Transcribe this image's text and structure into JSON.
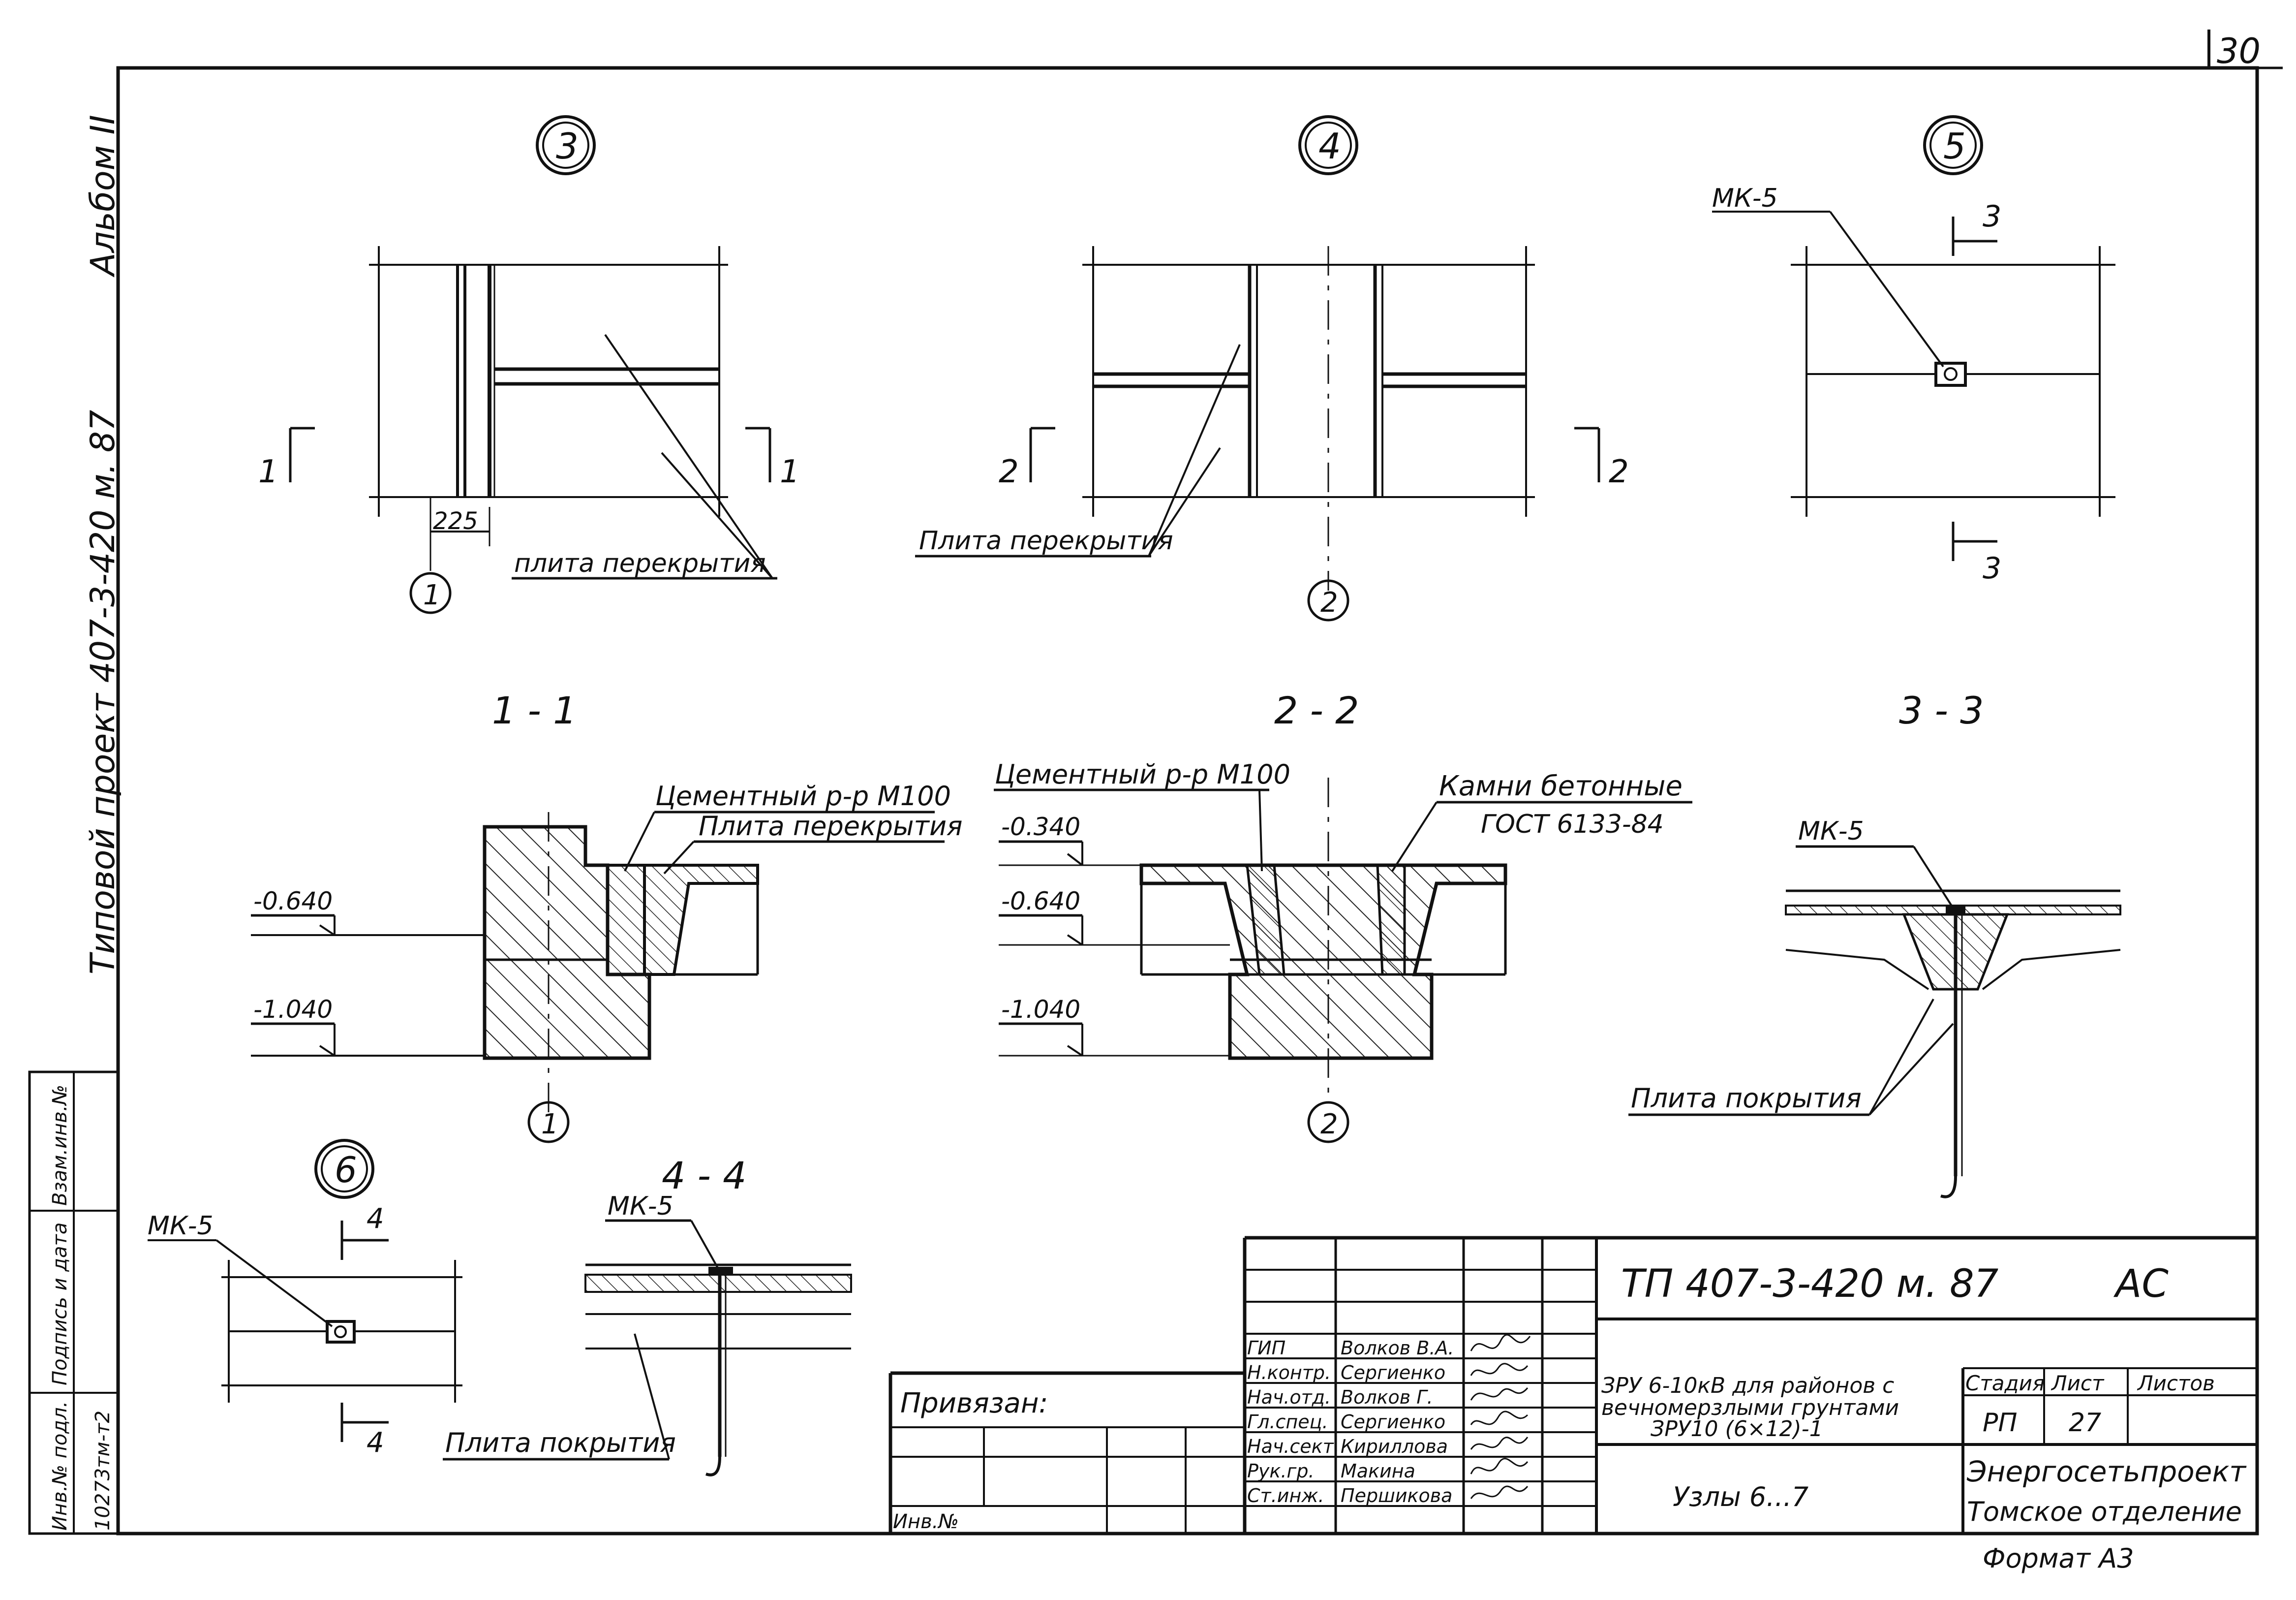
{
  "sheet_corner": "30",
  "side_margin": {
    "album": "Альбом II",
    "project": "Типовой проект 407-3-420 м. 87",
    "inv_podl": "Инв.№ подл.",
    "inv_podl_value": "10273тм-т2",
    "sign_date": "Подпись и дата",
    "vzam_inv": "Взам.инв.№"
  },
  "nodes": {
    "n3": "3",
    "n4": "4",
    "n5": "5",
    "n6": "6",
    "axis1": "1",
    "axis2": "2",
    "sec1": "1",
    "sec2": "2",
    "sec3": "3",
    "sec4": "4",
    "dim225": "225",
    "plate_floor_a": "плита перекрытия",
    "plate_floor_b": "Плита перекрытия",
    "mk5": "МК-5"
  },
  "sections": {
    "s11": "1 - 1",
    "s22": "2 - 2",
    "s33": "3 - 3",
    "s44": "4 - 4",
    "cement": "Цементный р-р М100",
    "plate_floor": "Плита перекрытия",
    "stones": "Камни бетонные",
    "gost": "ГОСТ 6133-84",
    "lvl_0340": "-0.340",
    "lvl_0640": "-0.640",
    "lvl_1040": "-1.040",
    "plate_cover": "Плита покрытия"
  },
  "title_block": {
    "code": "ТП 407-3-420 м. 87",
    "mark": "АС",
    "privyazan": "Привязан:",
    "inv_no": "Инв.№",
    "roles": [
      {
        "role": "ГИП",
        "name": "Волков В.А."
      },
      {
        "role": "Н.контр.",
        "name": "Сергиенко"
      },
      {
        "role": "Нач.отд.",
        "name": "Волков Г."
      },
      {
        "role": "Гл.спец.",
        "name": "Сергиенко"
      },
      {
        "role": "Нач.сект.",
        "name": "Кириллова"
      },
      {
        "role": "Рук.гр.",
        "name": "Макина"
      },
      {
        "role": "Ст.инж.",
        "name": "Першикова"
      }
    ],
    "title_line1": "ЗРУ 6-10кВ для районов с",
    "title_line2": "вечномерзлыми грунтами",
    "title_line3": "ЗРУ10 (6×12)-1",
    "sheet_title": "Узлы 6...7",
    "stage_h": "Стадия",
    "sheet_h": "Лист",
    "sheets_h": "Листов",
    "stage": "РП",
    "sheet": "27",
    "sheets": "",
    "org1": "Энергосетьпроект",
    "org2": "Томское отделение",
    "format": "Формат А3"
  }
}
